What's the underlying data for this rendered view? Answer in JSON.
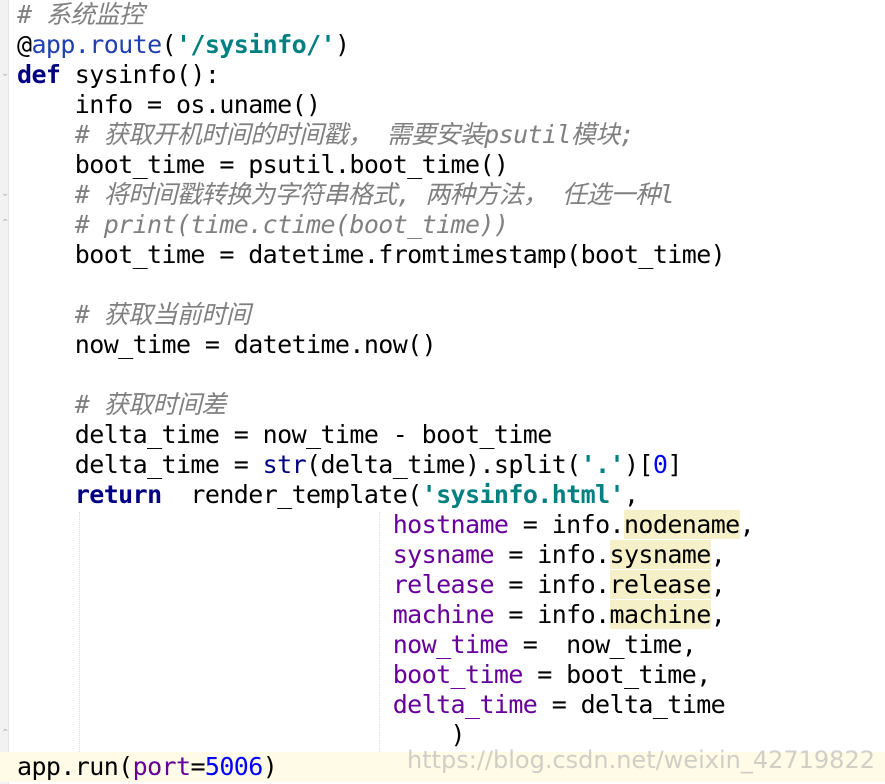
{
  "code": {
    "l1": {
      "c": "# 系统监控"
    },
    "l2": {
      "at": "@",
      "dec": "app.route",
      "open": "(",
      "s": "'/sysinfo/'",
      "close": ")"
    },
    "l3": {
      "kw": "def",
      "rest": " sysinfo():"
    },
    "l4": {
      "t": "    info = os.uname()"
    },
    "l5": {
      "c": "    # 获取开机时间的时间戳， 需要安装psutil模块;"
    },
    "l6": {
      "t": "    boot_time = psutil.boot_time()"
    },
    "l7": {
      "c": "    # 将时间戳转换为字符串格式, 两种方法， 任选一种l"
    },
    "l8": {
      "c": "    # print(time.ctime(boot_time))"
    },
    "l9": {
      "t": "    boot_time = datetime.fromtimestamp(boot_time)"
    },
    "l11": {
      "c": "    # 获取当前时间"
    },
    "l12": {
      "t": "    now_time = datetime.now()"
    },
    "l14": {
      "c": "    # 获取时间差"
    },
    "l15": {
      "t": "    delta_time = now_time - boot_time"
    },
    "l16": {
      "a": "    delta_time = ",
      "fn": "str",
      "b": "(delta_time).split(",
      "s": "'.'",
      "c2": ")[",
      "n": "0",
      "d": "]"
    },
    "l17": {
      "ind": "    ",
      "kw": "return",
      "a": "  render_template(",
      "s": "'sysinfo.html'",
      "b": ","
    },
    "l18": {
      "ind": "                          ",
      "p": "hostname",
      "a": " = info.",
      "h": "nodename",
      "b": ","
    },
    "l19": {
      "ind": "                          ",
      "p": "sysname",
      "a": " = info.",
      "h": "sysname",
      "b": ","
    },
    "l20": {
      "ind": "                          ",
      "p": "release",
      "a": " = info.",
      "h": "release",
      "b": ","
    },
    "l21": {
      "ind": "                          ",
      "p": "machine",
      "a": " = info.",
      "h": "machine",
      "b": ","
    },
    "l22": {
      "ind": "                          ",
      "p": "now_time",
      "a": " =  now_time,"
    },
    "l23": {
      "ind": "                          ",
      "p": "boot_time",
      "a": " = boot_time,"
    },
    "l24": {
      "ind": "                          ",
      "p": "delta_time",
      "a": " = delta_time"
    },
    "l25": {
      "t": "                              )"
    },
    "l26": {
      "a": "app.run(",
      "p": "port",
      "eq": "=",
      "n": "5006",
      "b": ")"
    }
  },
  "watermark": "https://blog.csdn.net/weixin_42719822",
  "colors": {
    "keyword": "#000080",
    "string": "#008080",
    "comment": "#808080",
    "param": "#660099",
    "number": "#0000ff",
    "highlight": "#f5f0c8"
  }
}
